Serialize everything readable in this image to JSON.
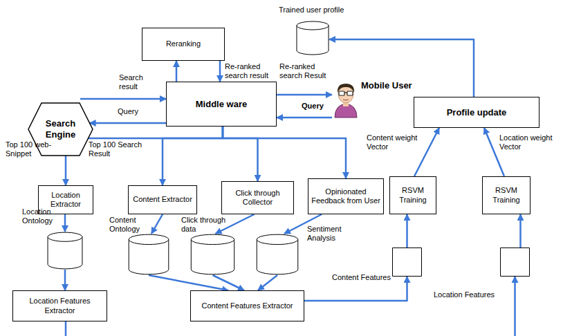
{
  "diagram": {
    "nodes": [
      {
        "text": [
          "Reranking"
        ]
      },
      {
        "text": [
          "Trained user profile"
        ]
      },
      {
        "text": [
          "Search Engine"
        ]
      },
      {
        "text": [
          "Middle ware"
        ]
      },
      {
        "text": [
          "Mobile User"
        ]
      },
      {
        "text": [
          "Profile update"
        ]
      },
      {
        "text": [
          "Location Extractor"
        ]
      },
      {
        "text": [
          "Content Extractor"
        ]
      },
      {
        "text": [
          "Click through Collector"
        ]
      },
      {
        "text": [
          "Opinionated Feedback from User"
        ]
      },
      {
        "text": [
          "RSVM Training"
        ]
      },
      {
        "text": [
          "RSVM Training"
        ]
      },
      {
        "text": [
          "Location Ontology"
        ]
      },
      {
        "text": [
          "Content Ontology"
        ]
      },
      {
        "text": [
          "Click through data"
        ]
      },
      {
        "text": [
          "Sentiment Analysis"
        ]
      },
      {
        "text": [
          "Content Features"
        ]
      },
      {
        "text": [
          "Location Features"
        ]
      },
      {
        "text": [
          "Location Features Extractor"
        ]
      },
      {
        "text": [
          "Content Features Extractor"
        ]
      }
    ],
    "edges": [
      {
        "from": 3,
        "to": 0,
        "arrow": "to"
      },
      {
        "from": 0,
        "to": 3,
        "arrow": "to"
      },
      {
        "from": 2,
        "to": 3,
        "arrow": "to"
      },
      {
        "from": 3,
        "to": 2,
        "arrow": "to"
      },
      {
        "from": 3,
        "to": 4,
        "arrow": "to"
      },
      {
        "from": 4,
        "to": 3,
        "arrow": "to"
      },
      {
        "from": 3,
        "to": 6,
        "arrow": "to"
      },
      {
        "from": 3,
        "to": 7,
        "arrow": "to"
      },
      {
        "from": 3,
        "to": 8,
        "arrow": "to"
      },
      {
        "from": 3,
        "to": 9,
        "arrow": "to"
      },
      {
        "from": 6,
        "to": 12,
        "arrow": "to"
      },
      {
        "from": 7,
        "to": 13,
        "arrow": "to"
      },
      {
        "from": 8,
        "to": 14,
        "arrow": "to"
      },
      {
        "from": 9,
        "to": 15,
        "arrow": "to"
      },
      {
        "from": 12,
        "to": 18,
        "arrow": "to"
      },
      {
        "from": 13,
        "to": 19,
        "arrow": "to"
      },
      {
        "from": 14,
        "to": 19,
        "arrow": "to"
      },
      {
        "from": 15,
        "to": 19,
        "arrow": "to"
      },
      {
        "from": 19,
        "to": 16,
        "arrow": "to"
      },
      {
        "from": 16,
        "to": 10,
        "arrow": "to"
      },
      {
        "from": 18,
        "to": 17,
        "arrow": "to"
      },
      {
        "from": 17,
        "to": 11,
        "arrow": "to"
      },
      {
        "from": 10,
        "to": 5,
        "arrow": "to"
      },
      {
        "from": 11,
        "to": 5,
        "arrow": "to"
      },
      {
        "from": 5,
        "to": 1,
        "arrow": "to"
      }
    ],
    "labels": [
      "Search result",
      "Query",
      "Re-ranked search result",
      "Re-ranked search Result",
      "Query",
      "Top 100 web-Snippet",
      "Top 100 Search Result",
      "Content weight Vector",
      "Location weight Vector"
    ]
  }
}
